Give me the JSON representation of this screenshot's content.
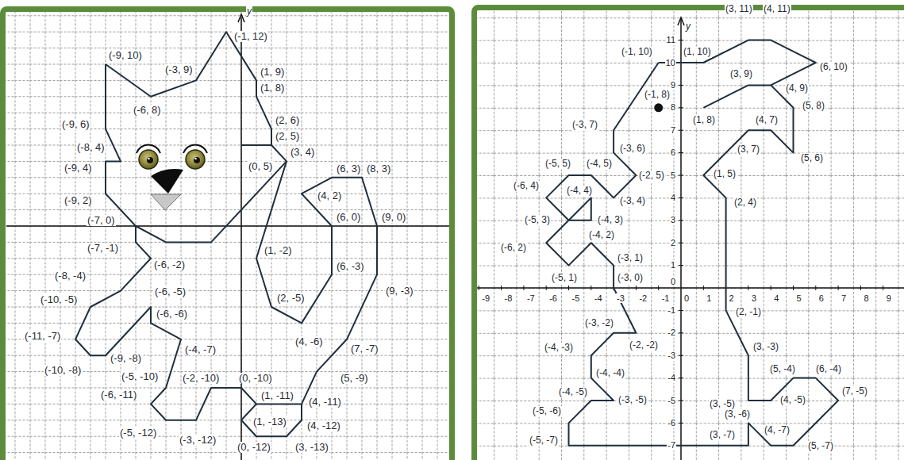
{
  "diagram": {
    "labels": [
      "(-9, 10)",
      "(-1, 12)",
      "(-3, 9)",
      "(1, 9)",
      "(1, 8)",
      "(-6, 8)",
      "(2, 6)",
      "(-9, 6)",
      "(2, 5)",
      "(-8, 4)",
      "(3, 4)",
      "(-9, 4)",
      "(0, 5)",
      "(6, 3)",
      "(8, 3)",
      "(4, 2)",
      "(-9, 2)",
      "(6, 0)",
      "(9, 0)",
      "(-7, 0)",
      "(-7, -1)",
      "(1, -2)",
      "(-6, -2)",
      "(6, -3)",
      "(-8, -4)",
      "(9, -3)",
      "(-6, -5)",
      "(-10, -5)",
      "(2, -5)",
      "(-6, -6)",
      "(-11, -7)",
      "(4, -6)",
      "(-4, -7)",
      "(7, -7)",
      "(-9, -8)",
      "(-10, -8)",
      "(-5, -10)",
      "(-2, -10)",
      "(0, -10)",
      "(5, -9)",
      "(-6, -11)",
      "(1, -11)",
      "(4, -11)",
      "(1, -13)",
      "(4, -12)",
      "(-5, -12)",
      "(-3, -12)",
      "(0, -12)",
      "(3, -13)",
      "y",
      "(3, 11)",
      "(4, 11)",
      "(-1, 10)",
      "(1, 10)",
      "(6, 10)",
      "(3, 9)",
      "(4, 9)",
      "(-1, 8)",
      "(5, 8)",
      "(1, 8)",
      "(4, 7)",
      "(-3, 7)",
      "(3, 7)",
      "(-3, 6)",
      "(5, 6)",
      "(-5, 5)",
      "(-4, 5)",
      "(-2, 5)",
      "(1, 5)",
      "(-6, 4)",
      "(-4, 4)",
      "(-3, 4)",
      "(2, 4)",
      "(-5, 3)",
      "(-4, 3)",
      "(-4, 2)",
      "(-6, 2)",
      "(-3, 1)",
      "(-5, 1)",
      "(-3, 0)",
      "(2, -1)",
      "(-3, -2)",
      "(-4, -3)",
      "(-2, -2)",
      "(3, -3)",
      "(-4, -4)",
      "(5, -4)",
      "(6, -4)",
      "(-4, -5)",
      "(-3, -5)",
      "(7, -5)",
      "(4, -5)",
      "(3, -5)",
      "(-5, -6)",
      "(3, -6)",
      "(4, -7)",
      "(-5, -7)",
      "(3, -7)",
      "(5, -7)",
      "y",
      "-9",
      "-8",
      "-7",
      "-6",
      "-5",
      "-4",
      "-3",
      "-2",
      "-1",
      "0",
      "1",
      "2",
      "3",
      "4",
      "5",
      "6",
      "7",
      "8",
      "9",
      "11",
      "10",
      "9",
      "8",
      "7",
      "6",
      "5",
      "4",
      "3",
      "2",
      "1",
      "0",
      "-1",
      "-2",
      "-3",
      "-4",
      "-5",
      "-6",
      "-7"
    ]
  }
}
